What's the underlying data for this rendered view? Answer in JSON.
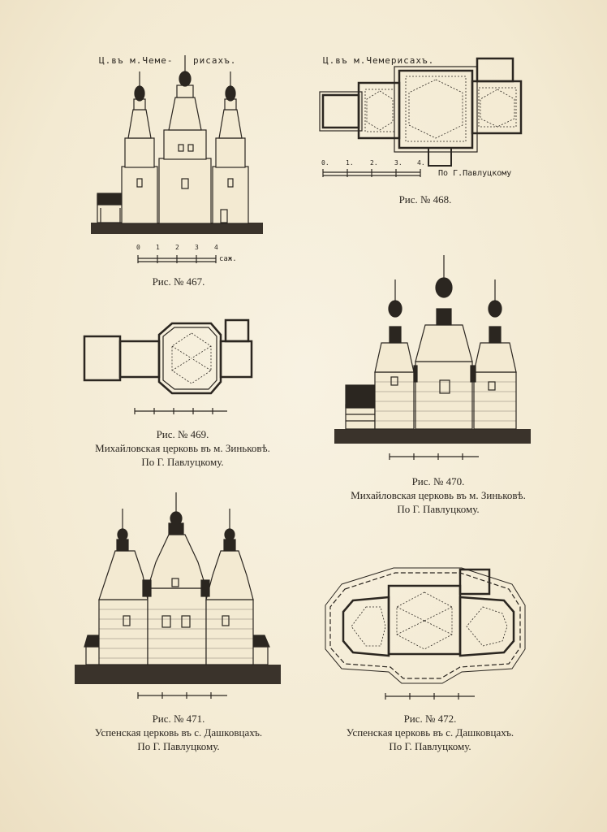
{
  "fig467": {
    "title_left": "Ц.въ м.Чеме-",
    "title_right": "рисахъ.",
    "scale_nums": [
      "0",
      "1",
      "2",
      "3",
      "4"
    ],
    "scale_unit": "саж.",
    "caption": "Рис. № 467."
  },
  "fig468": {
    "title": "Ц.въ м.Чемерисахъ.",
    "scale_nums": [
      "0.",
      "1.",
      "2.",
      "3.",
      "4."
    ],
    "author": "По Г.Павлуцкому",
    "caption": "Рис. № 468."
  },
  "fig469": {
    "caption_line1": "Рис. № 469.",
    "caption_line2": "Михайловская церковь въ м. Зиньковѣ.",
    "caption_line3": "По Г. Павлуцкому."
  },
  "fig470": {
    "caption_line1": "Рис. № 470.",
    "caption_line2": "Михайловская церковь въ м. Зиньковѣ.",
    "caption_line3": "По Г. Павлуцкому."
  },
  "fig471": {
    "caption_line1": "Рис. № 471.",
    "caption_line2": "Успенская церковь въ с. Дашковцахъ.",
    "caption_line3": "По Г. Павлуцкому."
  },
  "fig472": {
    "caption_line1": "Рис. № 472.",
    "caption_line2": "Успенская церковь въ с. Дашковцахъ.",
    "caption_line3": "По Г. Павлуцкому."
  }
}
